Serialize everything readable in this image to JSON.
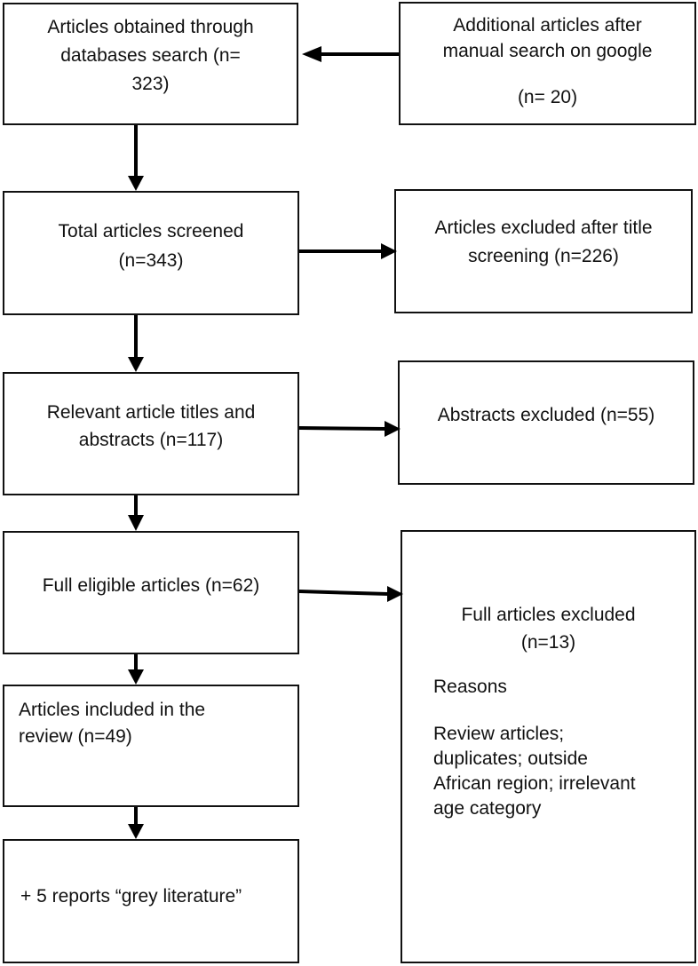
{
  "boxes": {
    "databases": {
      "lines": [
        "Articles obtained through",
        "databases search (n=",
        "323)"
      ]
    },
    "manual": {
      "lines": [
        "Additional articles after",
        "manual search on google"
      ],
      "count": "(n= 20)"
    },
    "screened": {
      "lines": [
        "Total articles screened",
        "(n=343)"
      ]
    },
    "title_excluded": {
      "lines": [
        "Articles excluded after title",
        "screening (n=226)"
      ]
    },
    "abstracts": {
      "lines": [
        "Relevant article titles and",
        "abstracts (n=117)"
      ]
    },
    "abstracts_excluded": {
      "lines": [
        "Abstracts excluded (n=55)"
      ]
    },
    "eligible": {
      "lines": [
        "Full eligible articles (n=62)"
      ]
    },
    "full_excluded": {
      "lines": [
        "Full articles excluded",
        "(n=13)"
      ],
      "reasons_heading": "Reasons",
      "reasons": [
        "Review articles;",
        "duplicates; outside",
        "African region; irrelevant",
        "age category"
      ]
    },
    "included": {
      "lines": [
        "Articles included in the",
        "review (n=49)"
      ]
    },
    "grey": {
      "lines": [
        "+ 5 reports “grey literature”"
      ]
    }
  }
}
